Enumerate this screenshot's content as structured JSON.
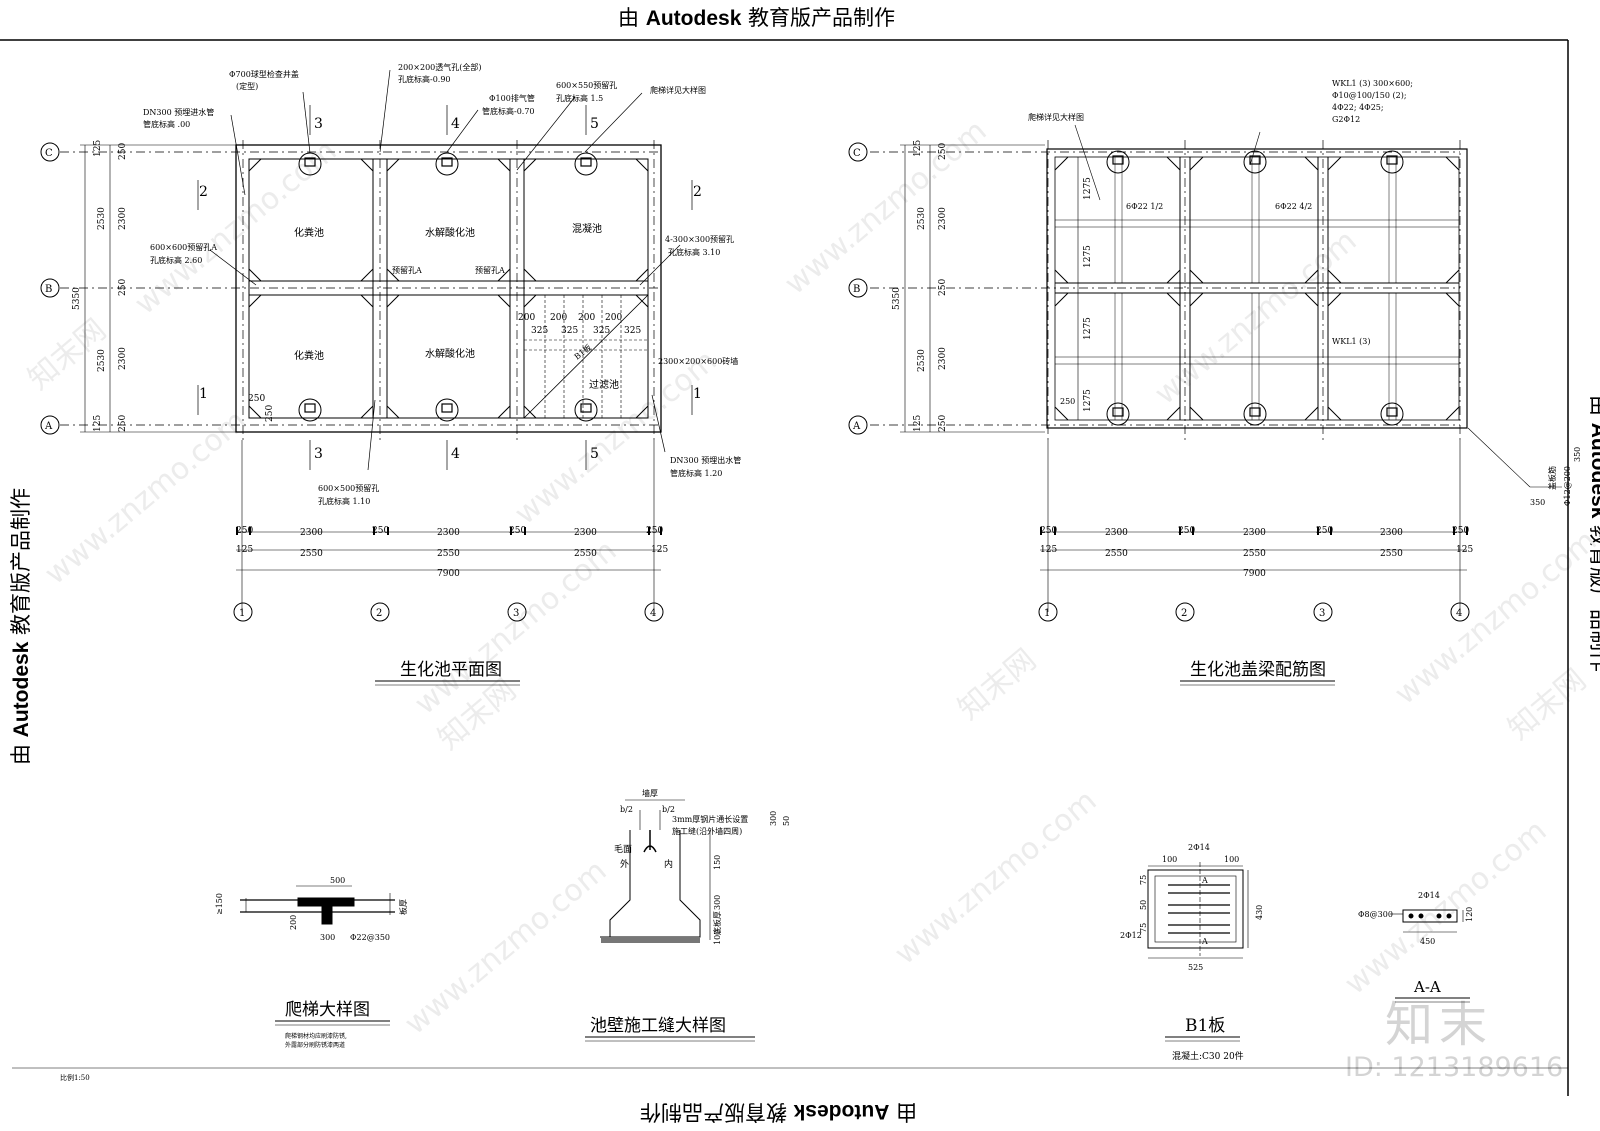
{
  "stamp": {
    "prefix": "由 ",
    "brand": "Autodesk",
    "suffix": " 教育版产品制作"
  },
  "watermark": {
    "site": "www.znzmo.com",
    "site_cn": "知末网",
    "logo": "知末",
    "id": "ID: 1213189616"
  },
  "plan": {
    "title": "生化池平面图",
    "axes_letters": [
      "A",
      "B",
      "C"
    ],
    "axes_numbers": [
      "1",
      "2",
      "3",
      "4"
    ],
    "rooms": [
      "化粪池",
      "水解酸化池",
      "混凝池",
      "化粪池",
      "水解酸化池",
      "过滤池"
    ],
    "dims_left_outer": [
      "2530",
      "5350",
      "2530"
    ],
    "dims_left_inner": [
      "125",
      "250",
      "2300",
      "250",
      "2300",
      "250",
      "125"
    ],
    "dims_bottom_1": [
      "250",
      "2300",
      "250",
      "2300",
      "250",
      "2300",
      "250"
    ],
    "dims_bottom_2": [
      "125",
      "2550",
      "2550",
      "2550",
      "125"
    ],
    "dims_bottom_total": "7900",
    "filter_dims": [
      "200",
      "200",
      "200",
      "200",
      "325",
      "325",
      "325",
      "325"
    ],
    "section_marks": [
      "1",
      "1",
      "2",
      "2",
      "3",
      "3",
      "4",
      "4",
      "5",
      "5"
    ],
    "corner_dims": [
      "250",
      "250"
    ],
    "annotations": [
      "Φ700球型检查井盖",
      "(定型)",
      "200×200透气孔(全部)",
      "孔底标高-0.90",
      "Φ100排气管",
      "管底标高-0.70",
      "600×550预留孔",
      "孔底标高 1.5",
      "爬梯详见大样图",
      "DN300 预埋进水管",
      "管底标高 .00",
      "600×600预留孔A",
      "孔底标高 2.60",
      "预留孔A",
      "预留孔A",
      "4-300×300预留孔",
      "孔底标高 3.10",
      "2300×200×600砖墙",
      "B1板",
      "DN300 预埋出水管",
      "管底标高 1.20",
      "600×500预留孔",
      "孔底标高 1.10"
    ]
  },
  "beam": {
    "title": "生化池盖梁配筋图",
    "axes_letters": [
      "A",
      "B",
      "C"
    ],
    "axes_numbers": [
      "1",
      "2",
      "3",
      "4"
    ],
    "dims_left_outer": [
      "2530",
      "5350",
      "2530"
    ],
    "dims_left_inner": [
      "125",
      "250",
      "2300",
      "250",
      "2300",
      "250",
      "125"
    ],
    "dims_span": [
      "1275",
      "1275",
      "1275",
      "1275"
    ],
    "dims_bottom_1": [
      "250",
      "2300",
      "250",
      "2300",
      "250",
      "2300",
      "250"
    ],
    "dims_bottom_2": [
      "125",
      "2550",
      "2550",
      "2550",
      "125"
    ],
    "dims_bottom_total": "7900",
    "annotations": [
      "WKL1 (3) 300×600;",
      "Φ10@100/150 (2);",
      "4Φ22; 4Φ25;",
      "G2Φ12",
      "爬梯详见大样图",
      "6Φ22 1/2",
      "6Φ22 4/2",
      "WKL1 (3)",
      "250",
      "350",
      "350",
      "盖板筋",
      "Φ12@200"
    ]
  },
  "ladder": {
    "title": "爬梯大样图",
    "note_1": "爬梯钢材均应刷漆防锈,",
    "note_2": "外露部分刷防锈漆两道",
    "dims": [
      "500",
      "≥150",
      "200",
      "300",
      "Φ22@350",
      "板厚"
    ]
  },
  "joint": {
    "title": "池壁施工缝大样图",
    "texts": [
      "墙厚",
      "b/2",
      "b/2",
      "3mm厚钢片通长设置",
      "施工缝(沿外墙四周)",
      "毛面",
      "外",
      "内"
    ],
    "dims": [
      "300",
      "50",
      "150",
      "300",
      "底板厚",
      "100"
    ]
  },
  "b1": {
    "title": "B1板",
    "note": "混凝土:C30  20件",
    "texts": [
      "2Φ14",
      "100",
      "100",
      "2Φ12",
      "A",
      "A"
    ],
    "dims": [
      "75",
      "50",
      "75",
      "430",
      "525"
    ]
  },
  "section_aa": {
    "title": "A-A",
    "texts": [
      "2Φ14",
      "Φ8@300"
    ],
    "dims": [
      "120",
      "450"
    ]
  },
  "footer_note": "比例1:50"
}
